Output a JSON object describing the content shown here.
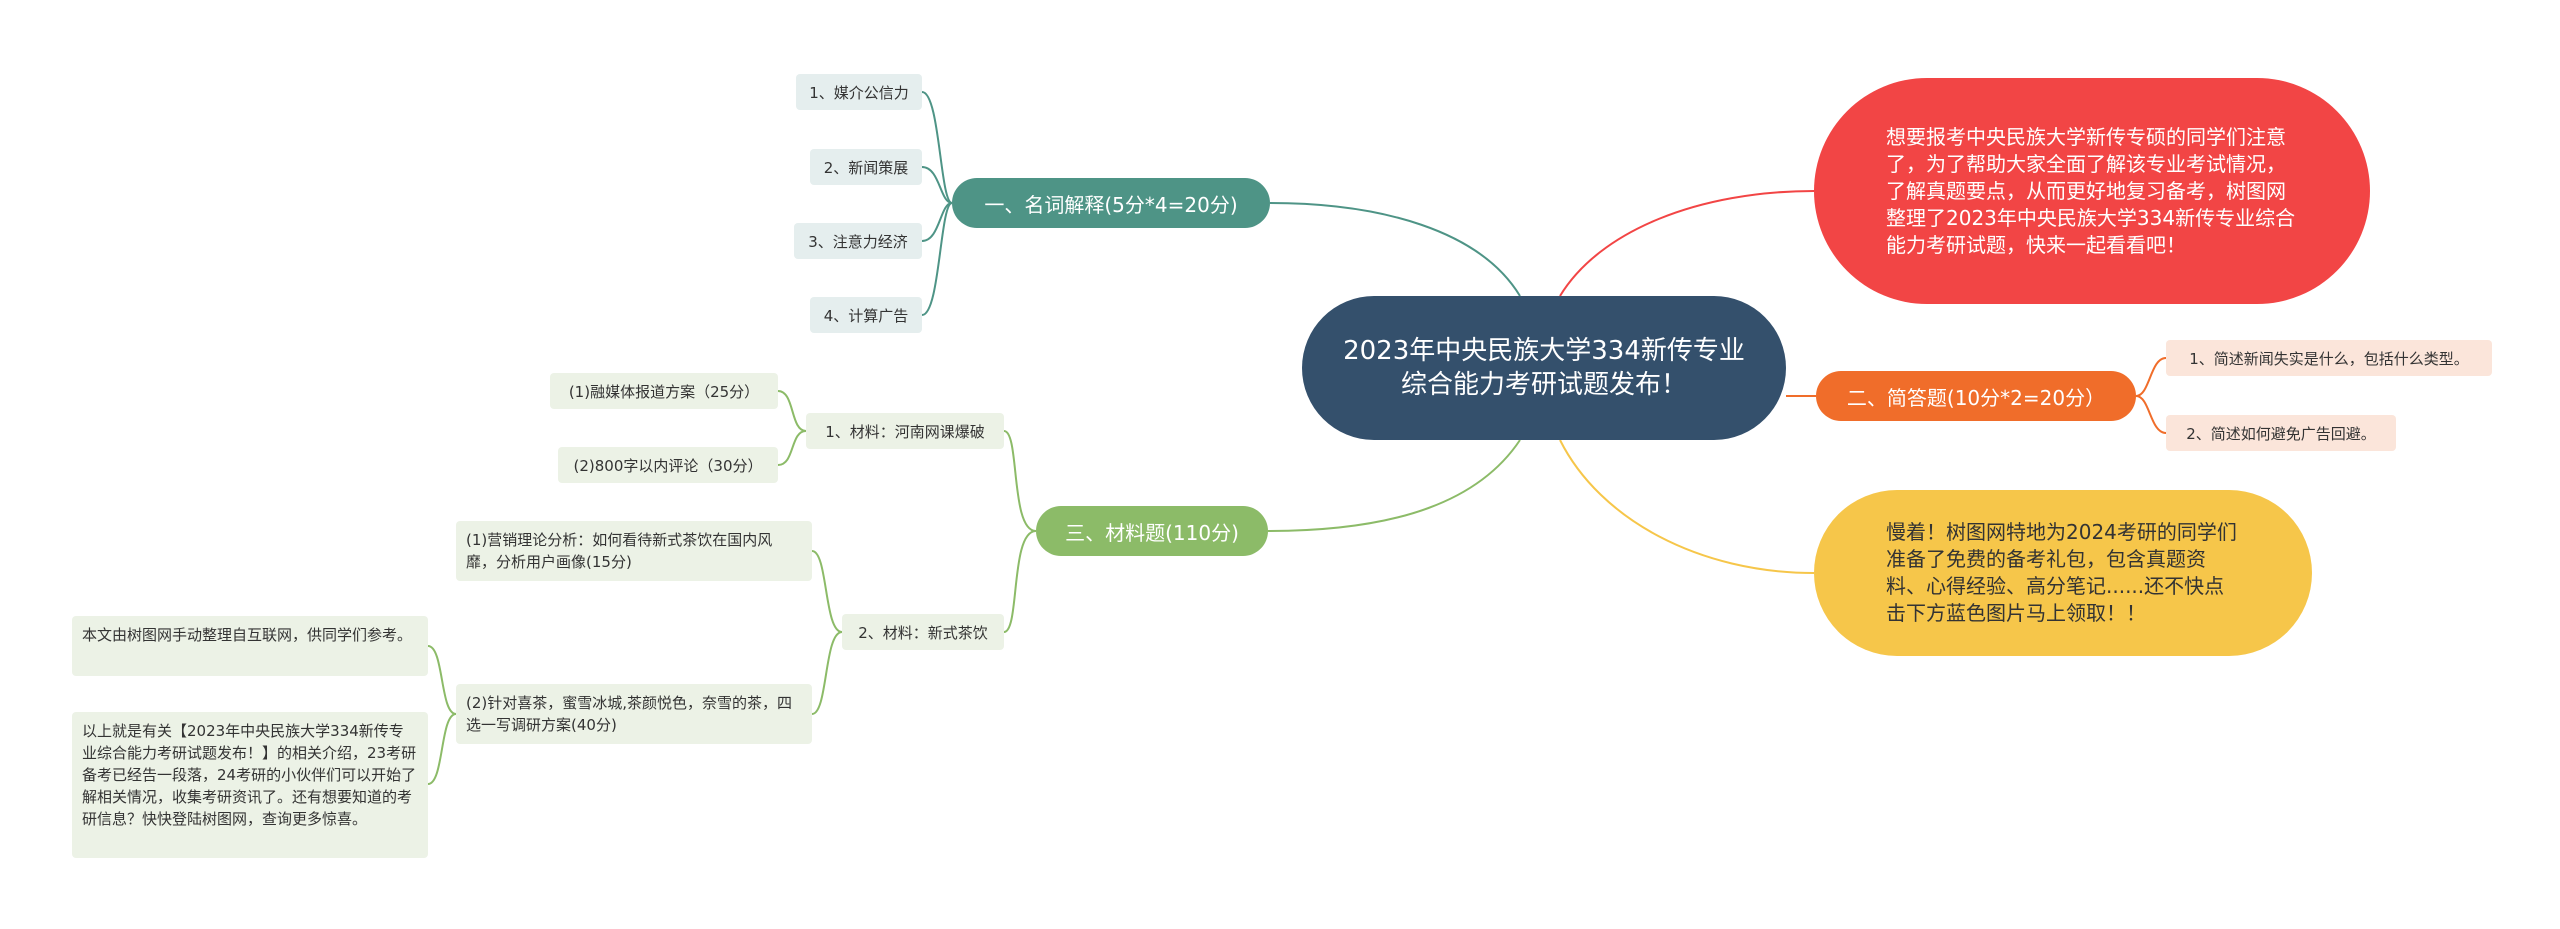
{
  "root": {
    "title": "2023年中央民族大学334新传专业综合能力考研试题发布！"
  },
  "branches": {
    "b1": {
      "label": "一、名词解释(5分*4=20分)",
      "items": [
        "1、媒介公信力",
        "2、新闻策展",
        "3、注意力经济",
        "4、计算广告"
      ]
    },
    "b2": {
      "label": "二、简答题(10分*2=20分）",
      "items": [
        "1、简述新闻失实是什么，包括什么类型。",
        "2、简述如何避免广告回避。"
      ]
    },
    "b3": {
      "label": "三、材料题(110分)",
      "m1": {
        "label": "1、材料：河南网课爆破",
        "items": [
          "(1)融媒体报道方案（25分）",
          "(2)800字以内评论（30分）"
        ]
      },
      "m2": {
        "label": "2、材料：新式茶饮",
        "items": [
          "(1)营销理论分析：如何看待新式茶饮在国内风靡，分析用户画像(15分)",
          "(2)针对喜茶，蜜雪冰城,茶颜悦色，奈雪的茶，四选一写调研方案(40分)"
        ],
        "notes": [
          "本文由树图网手动整理自互联网，供同学们参考。",
          "以上就是有关【2023年中央民族大学334新传专业综合能力考研试题发布！】的相关介绍，23考研备考已经告一段落，24考研的小伙伴们可以开始了解相关情况，收集考研资讯了。还有想要知道的考研信息？快快登陆树图网，查询更多惊喜。"
        ]
      }
    }
  },
  "bubbles": {
    "intro": "想要报考中央民族大学新传专硕的同学们注意了，为了帮助大家全面了解该专业考试情况，了解真题要点，从而更好地复习备考，树图网整理了2023年中央民族大学334新传专业综合能力考研试题，快来一起看看吧！",
    "promo": "慢着！树图网特地为2024考研的同学们准备了免费的备考礼包，包含真题资料、心得经验、高分笔记......还不快点击下方蓝色图片马上领取！！"
  },
  "colors": {
    "root": "#34506c",
    "teal": "#4e9486",
    "green": "#8cbb68",
    "orange": "#f06d2a",
    "red": "#f24545",
    "yellow": "#f6c64a"
  }
}
